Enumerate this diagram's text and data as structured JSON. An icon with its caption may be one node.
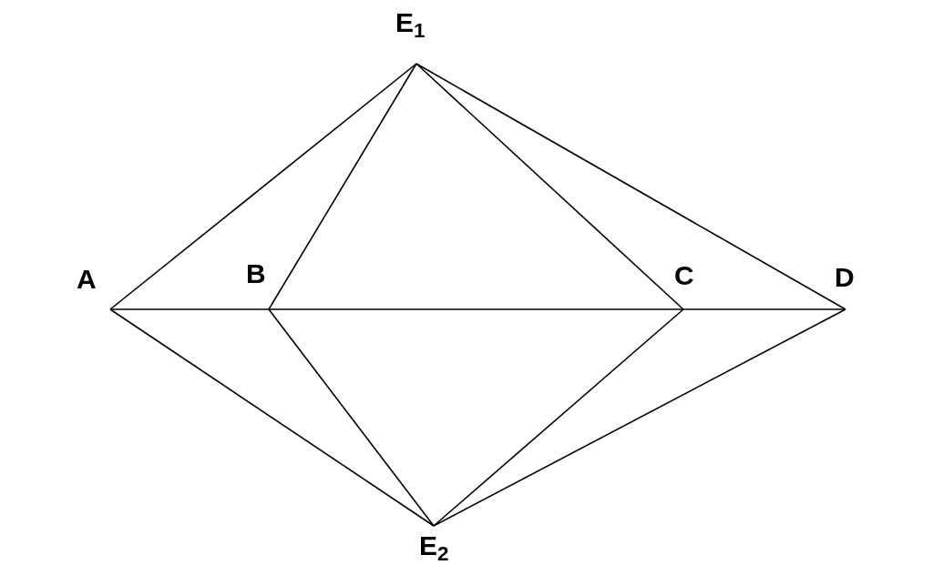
{
  "diagram": {
    "nodes": [
      {
        "text": [
          "E$_{1}$"
        ]
      },
      {
        "text": [
          "A"
        ]
      },
      {
        "text": [
          "B"
        ]
      },
      {
        "text": [
          "C"
        ]
      },
      {
        "text": [
          "D"
        ]
      },
      {
        "text": [
          "E$_{2}$"
        ]
      }
    ],
    "edges": [
      {
        "from": 1,
        "to": 2,
        "arrow": "none"
      },
      {
        "from": 2,
        "to": 3,
        "arrow": "none"
      },
      {
        "from": 3,
        "to": 4,
        "arrow": "none"
      },
      {
        "from": 1,
        "to": 0,
        "arrow": "none"
      },
      {
        "from": 2,
        "to": 0,
        "arrow": "none"
      },
      {
        "from": 3,
        "to": 0,
        "arrow": "none"
      },
      {
        "from": 4,
        "to": 0,
        "arrow": "none"
      },
      {
        "from": 1,
        "to": 5,
        "arrow": "none"
      },
      {
        "from": 2,
        "to": 5,
        "arrow": "none"
      },
      {
        "from": 3,
        "to": 5,
        "arrow": "none"
      },
      {
        "from": 4,
        "to": 5,
        "arrow": "none"
      }
    ]
  }
}
